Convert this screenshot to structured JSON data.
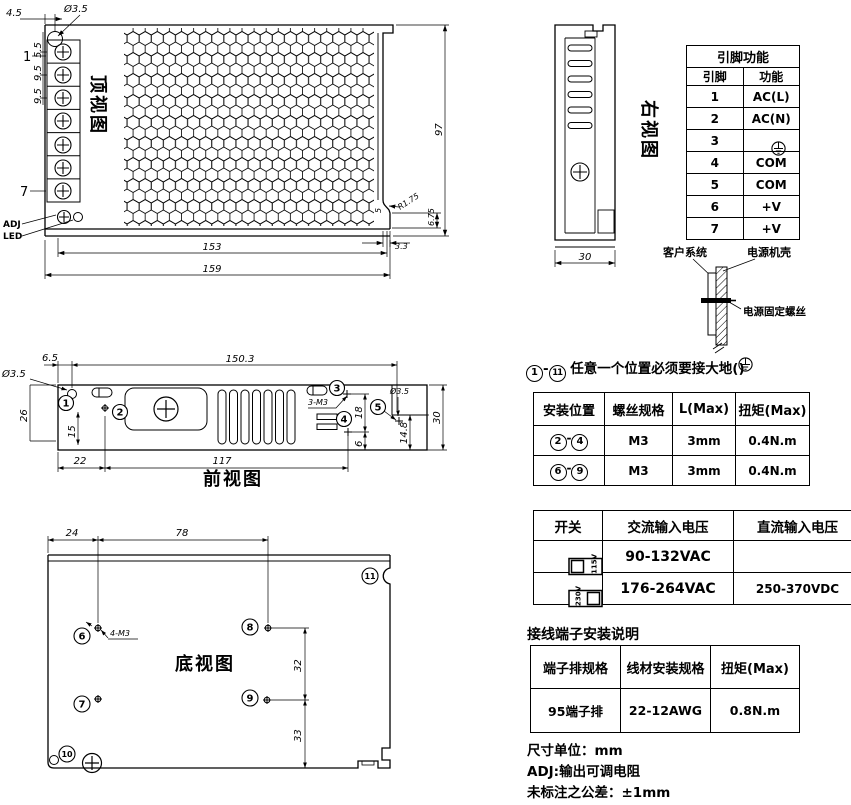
{
  "top_view": {
    "label": "顶视图",
    "pin_first": "1",
    "pin_last": "7",
    "adj_label": "ADJ",
    "led_label": "LED",
    "dim_4_5": "4.5",
    "dim_hole": "Ø3.5",
    "dim_5_5": "5.5",
    "dim_9_5a": "9.5",
    "dim_9_5b": "9.5",
    "dim_153": "153",
    "dim_159": "159",
    "dim_97": "97",
    "dim_5": "5",
    "dim_r175": "R1.75",
    "dim_6_75": "6.75",
    "dim_3_3": "3.3"
  },
  "right_view": {
    "label": "右视图",
    "dim_30": "30"
  },
  "front_view": {
    "label": "前视图",
    "dim_6_5": "6.5",
    "dim_150_3": "150.3",
    "dim_hole_left": "Ø3.5",
    "dim_26": "26",
    "dim_15": "15",
    "dim_22": "22",
    "dim_117": "117",
    "thread_label": "3-M3",
    "dim_18": "18",
    "dim_6": "6",
    "dim_hole_right": "Ø3.5",
    "dim_14_8": "14.8",
    "dim_30": "30",
    "pos1": "1",
    "pos2": "2",
    "pos3": "3",
    "pos4": "4",
    "pos5": "5"
  },
  "bottom_view": {
    "label": "底视图",
    "dim_24": "24",
    "dim_78": "78",
    "dim_32": "32",
    "dim_33": "33",
    "thread_label": "4-M3",
    "pos6": "6",
    "pos7": "7",
    "pos8": "8",
    "pos9": "9",
    "pos10": "10",
    "pos11": "11"
  },
  "pin_table": {
    "title": "引脚功能",
    "col_pin": "引脚",
    "col_func": "功能",
    "rows": [
      {
        "pin": "1",
        "func": "AC(L)"
      },
      {
        "pin": "2",
        "func": "AC(N)"
      },
      {
        "pin": "3",
        "func": "",
        "func_icon": "ground-icon"
      },
      {
        "pin": "4",
        "func": "COM"
      },
      {
        "pin": "5",
        "func": "COM"
      },
      {
        "pin": "6",
        "func": "+V"
      },
      {
        "pin": "7",
        "func": "+V"
      }
    ]
  },
  "mount_detail": {
    "customer_label": "客户系统",
    "case_label": "电源机壳",
    "screw_label": "电源固定螺丝"
  },
  "ground_note": {
    "from": "1",
    "dash": "-",
    "to": "11",
    "text": " 任意一个位置必须要接大地(",
    "suffix": ")",
    "icon": "ground-icon"
  },
  "mount_table": {
    "headers": [
      "安装位置",
      "螺丝规格",
      "L(Max)",
      "扭矩(Max)"
    ],
    "rows": [
      {
        "pos_from": "2",
        "dash": "-",
        "pos_to": "4",
        "screw": "M3",
        "l_max": "3mm",
        "torque": "0.4N.m"
      },
      {
        "pos_from": "6",
        "dash": "-",
        "pos_to": "9",
        "screw": "M3",
        "l_max": "3mm",
        "torque": "0.4N.m"
      }
    ]
  },
  "switch_table": {
    "headers": [
      "开关",
      "交流输入电压",
      "直流输入电压"
    ],
    "rows": [
      {
        "switch_label": "115V",
        "switch_icon": "voltage-selector-115-icon",
        "ac": "90-132VAC",
        "dc": ""
      },
      {
        "switch_label": "230V",
        "switch_icon": "voltage-selector-230-icon",
        "ac": "176-264VAC",
        "dc": "250-370VDC"
      }
    ]
  },
  "terminal_section": {
    "title": "接线端子安装说明",
    "headers": [
      "端子排规格",
      "线材安装规格",
      "扭矩(Max)"
    ],
    "rows": [
      {
        "terminal": "95端子排",
        "wire": "22-12AWG",
        "torque": "0.8N.m"
      }
    ]
  },
  "footnotes": [
    "尺寸单位：mm",
    "ADJ:输出可调电阻",
    "未标注之公差：±1mm"
  ]
}
